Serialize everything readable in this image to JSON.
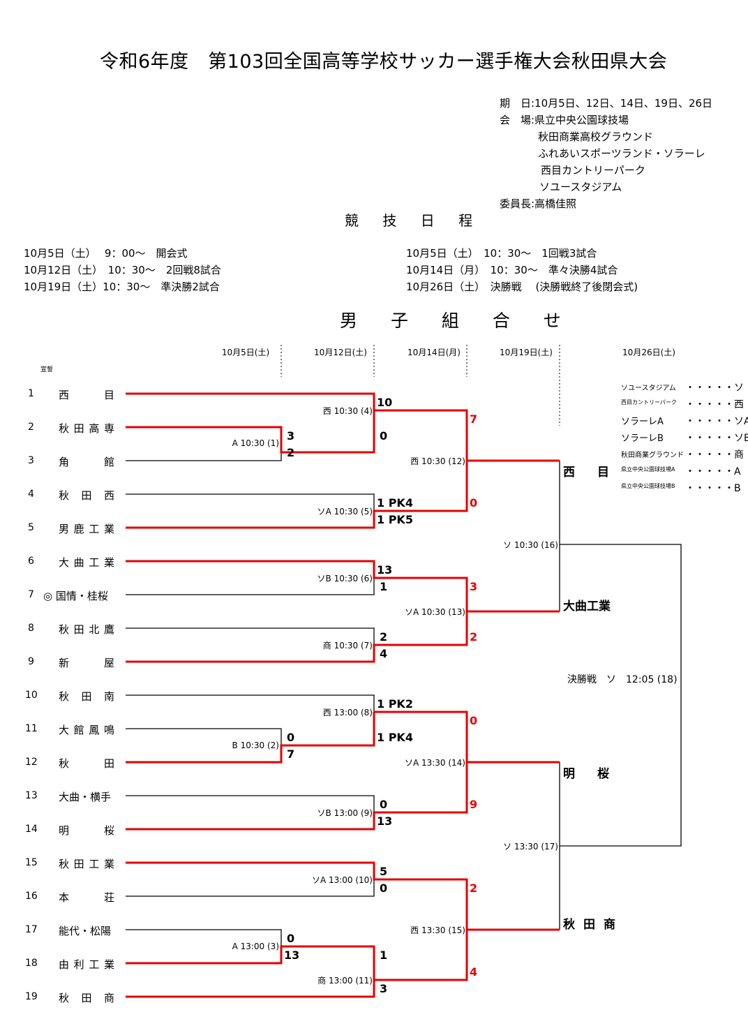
{
  "title": "令和6年度　第103回全国高等学校サッカー選手権大会秋田県大会",
  "info": {
    "dates": "期　日:10月5日、12日、14日、19日、26日",
    "venue_label": "会　場:県立中央公園球技場",
    "venues": [
      "秋田商業高校グラウンド",
      "ふれあいスポーツランド・ソラーレ",
      "西目カントリーパーク",
      "ソユースタジアム"
    ],
    "chair": "委員長:高橋佳照"
  },
  "schedule_heading": "競 技 日 程",
  "schedule": [
    "10月5日（土）　 9：00～　開会式",
    "10月12日（土）　10：30～　2回戦8試合",
    "10月19日（土）10：30～　準決勝2試合",
    "10月5日（土）　10：30～　1回戦3試合",
    "10月14日（月）　10：30～　準々決勝4試合",
    "10月26日（土）　決勝戦　 (決勝戦終了後閉会式)"
  ],
  "bracket_heading": "男 子 組 合 せ",
  "round_dates": [
    "10月5日(土)",
    "10月12日(土)",
    "10月14日(月)",
    "10月19日(土)",
    "10月26日(土)"
  ],
  "oath_label": "宣誓",
  "teams": [
    {
      "num": "1",
      "name": [
        "西",
        "目"
      ]
    },
    {
      "num": "2",
      "name": [
        "秋",
        "田",
        "高",
        "専"
      ]
    },
    {
      "num": "3",
      "name": [
        "角",
        "館"
      ]
    },
    {
      "num": "4",
      "name": [
        "秋",
        "田",
        "西"
      ]
    },
    {
      "num": "5",
      "name": [
        "男",
        "鹿",
        "工",
        "業"
      ]
    },
    {
      "num": "6",
      "name": [
        "大",
        "曲",
        "工",
        "業"
      ]
    },
    {
      "num": "7",
      "name": [
        "◎ 国情・桂桜"
      ]
    },
    {
      "num": "8",
      "name": [
        "秋",
        "田",
        "北",
        "鷹"
      ]
    },
    {
      "num": "9",
      "name": [
        "新",
        "屋"
      ]
    },
    {
      "num": "10",
      "name": [
        "秋",
        "田",
        "南"
      ]
    },
    {
      "num": "11",
      "name": [
        "大",
        "館",
        "鳳",
        "鳴"
      ]
    },
    {
      "num": "12",
      "name": [
        "秋",
        "田"
      ]
    },
    {
      "num": "13",
      "name": [
        "大曲・横手"
      ]
    },
    {
      "num": "14",
      "name": [
        "明",
        "桜"
      ]
    },
    {
      "num": "15",
      "name": [
        "秋",
        "田",
        "工",
        "業"
      ]
    },
    {
      "num": "16",
      "name": [
        "本",
        "荘"
      ]
    },
    {
      "num": "17",
      "name": [
        "能代・松陽"
      ]
    },
    {
      "num": "18",
      "name": [
        "由",
        "利",
        "工",
        "業"
      ]
    },
    {
      "num": "19",
      "name": [
        "秋",
        "田",
        "商"
      ]
    }
  ],
  "matches": [
    {
      "label": "A 10:30 (1)"
    },
    {
      "label": "B 10:30 (2)"
    },
    {
      "label": "A 13:00 (3)"
    },
    {
      "label": "西 10:30 (4)"
    },
    {
      "label": "ソA 10:30 (5)"
    },
    {
      "label": "ソB 10:30 (6)"
    },
    {
      "label": "商 10:30 (7)"
    },
    {
      "label": "西 13:00 (8)"
    },
    {
      "label": "ソB 13:00 (9)"
    },
    {
      "label": "ソA 13:00 (10)"
    },
    {
      "label": "商 13:00 (11)"
    },
    {
      "label": "西 10:30 (12)"
    },
    {
      "label": "ソA 10:30 (13)"
    },
    {
      "label": "ソA 13:30 (14)"
    },
    {
      "label": "西 13:30 (15)"
    },
    {
      "label": "ソ 10:30 (16)"
    },
    {
      "label": "ソ 13:30 (17)"
    },
    {
      "label": "決勝戦　ソ　12:05 (18)"
    }
  ],
  "scores": {
    "m1": [
      "3",
      "2"
    ],
    "m2": [
      "0",
      "7"
    ],
    "m3": [
      "0",
      "13"
    ],
    "m4": [
      "10",
      "0"
    ],
    "m5": [
      "1 PK4",
      "1 PK5"
    ],
    "m6": [
      "13",
      "1"
    ],
    "m7": [
      "2",
      "4"
    ],
    "m8": [
      "1 PK2",
      "1 PK4"
    ],
    "m9": [
      "0",
      "13"
    ],
    "m10": [
      "5",
      "0"
    ],
    "m11": [
      "1",
      "3"
    ],
    "m12": [
      "7",
      "0"
    ],
    "m13": [
      "3",
      "2"
    ],
    "m14": [
      "0",
      "9"
    ],
    "m15": [
      "2",
      "4"
    ]
  },
  "semifinalists": [
    [
      "西",
      "目"
    ],
    [
      "大曲工業"
    ],
    [
      "明",
      "桜"
    ],
    [
      "秋",
      "田",
      "商"
    ]
  ],
  "legend": [
    {
      "name": "ソユースタジアム",
      "code": "・・・・・ソ"
    },
    {
      "name": "西目カントリーパーク",
      "code": "・・・・・西"
    },
    {
      "name": "ソラーレA",
      "code": "・・・・・ソA"
    },
    {
      "name": "ソラーレB",
      "code": "・・・・・ソB"
    },
    {
      "name": "秋田商業グラウンド",
      "code": "・・・・・商"
    },
    {
      "name": "県立中央公園球技場A",
      "code": "・・・・・A"
    },
    {
      "name": "県立中央公園球技場B",
      "code": "・・・・・B"
    }
  ],
  "colors": {
    "win": "#e60000",
    "line": "#000000"
  }
}
